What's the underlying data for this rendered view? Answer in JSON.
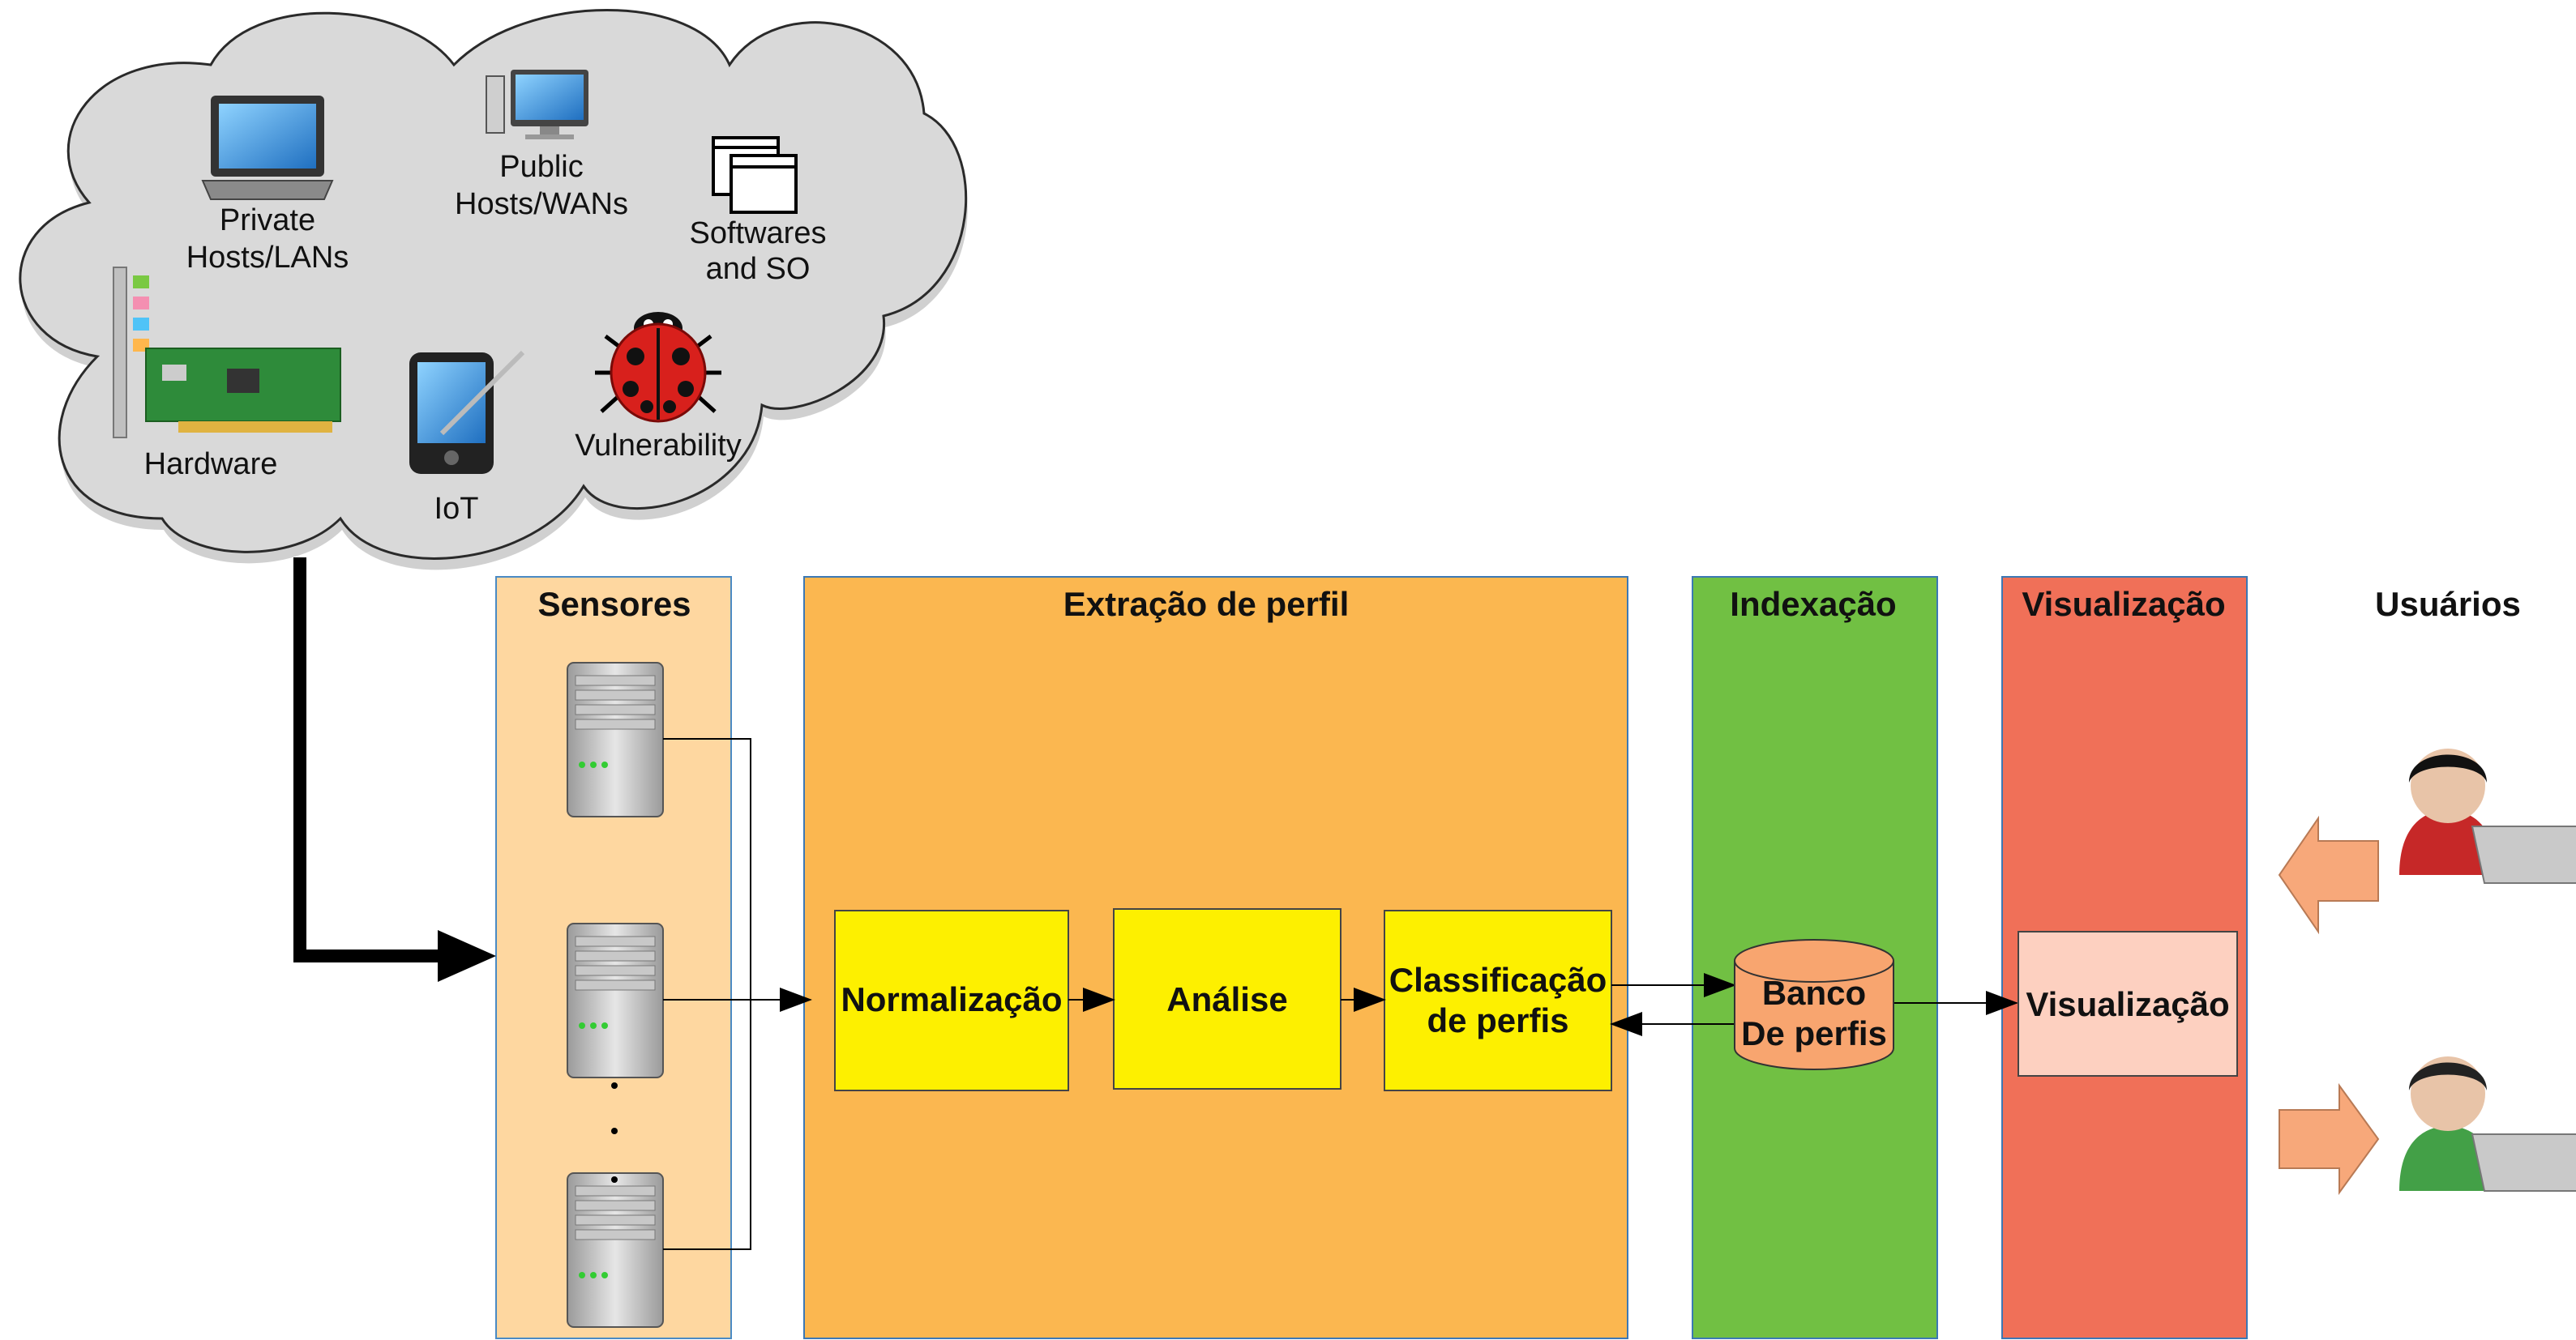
{
  "cloud": {
    "items": {
      "private_hosts": [
        "Private",
        "Hosts/LANs"
      ],
      "public_hosts": [
        "Public",
        "Hosts/WANs"
      ],
      "softwares": [
        "Softwares",
        "and SO"
      ],
      "hardware": "Hardware",
      "iot": "IoT",
      "vulnerability": "Vulnerability"
    }
  },
  "columns": {
    "sensores": "Sensores",
    "extracao": "Extração de perfil",
    "indexacao": "Indexação",
    "visualizacao": "Visualização",
    "usuarios": "Usuários"
  },
  "boxes": {
    "normalizacao": "Normalização",
    "analise": "Análise",
    "classificacao": [
      "Classificação",
      "de perfis"
    ],
    "banco": [
      "Banco",
      "De perfis"
    ],
    "visualizacao": "Visualização"
  },
  "colors": {
    "sensores_bg": "#fed7a0",
    "extracao_bg": "#fbb750",
    "indexacao_bg": "#71c043",
    "visualizacao_bg": "#f07058",
    "process_box": "#fdf000",
    "db": "#f8a56f",
    "visual_box": "#fdd0c0",
    "cloud": "#d9d9d9",
    "arrow_orange": "#f7a87a"
  },
  "icons": [
    "laptop-icon",
    "desktop-icon",
    "windows-icon",
    "network-card-icon",
    "tablet-icon",
    "ladybug-icon",
    "server-icon",
    "user-icon"
  ]
}
